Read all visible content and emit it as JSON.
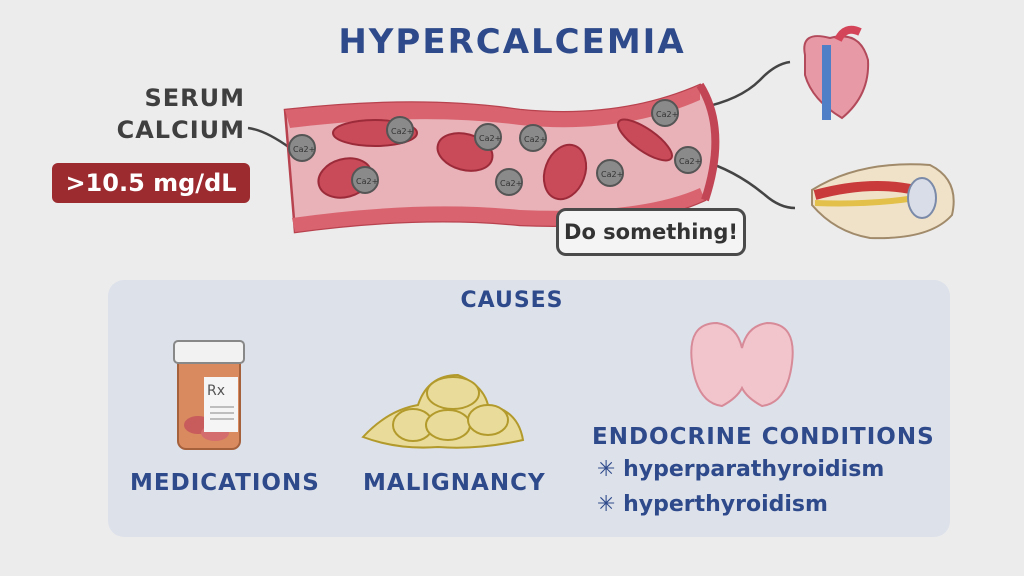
{
  "title": "HYPERCALCEMIA",
  "serum": {
    "line1": "SERUM",
    "line2": "CALCIUM",
    "threshold": ">10.5 mg/dL"
  },
  "ion_label": "Ca2+",
  "speech": "Do something!",
  "causes": {
    "heading": "CAUSES",
    "items": [
      {
        "label": "MEDICATIONS",
        "icon": "pill-bottle-icon",
        "bottle_label": "Rx"
      },
      {
        "label": "MALIGNANCY",
        "icon": "tumor-cells-icon"
      },
      {
        "label": "ENDOCRINE CONDITIONS",
        "icon": "thyroid-icon",
        "bullets": [
          "hyperparathyroidism",
          "hyperthyroidism"
        ]
      }
    ]
  },
  "colors": {
    "title": "#2e4a8b",
    "badge": "#9c2b30",
    "vessel": "#d9646f",
    "panel": "#dde1ea"
  }
}
